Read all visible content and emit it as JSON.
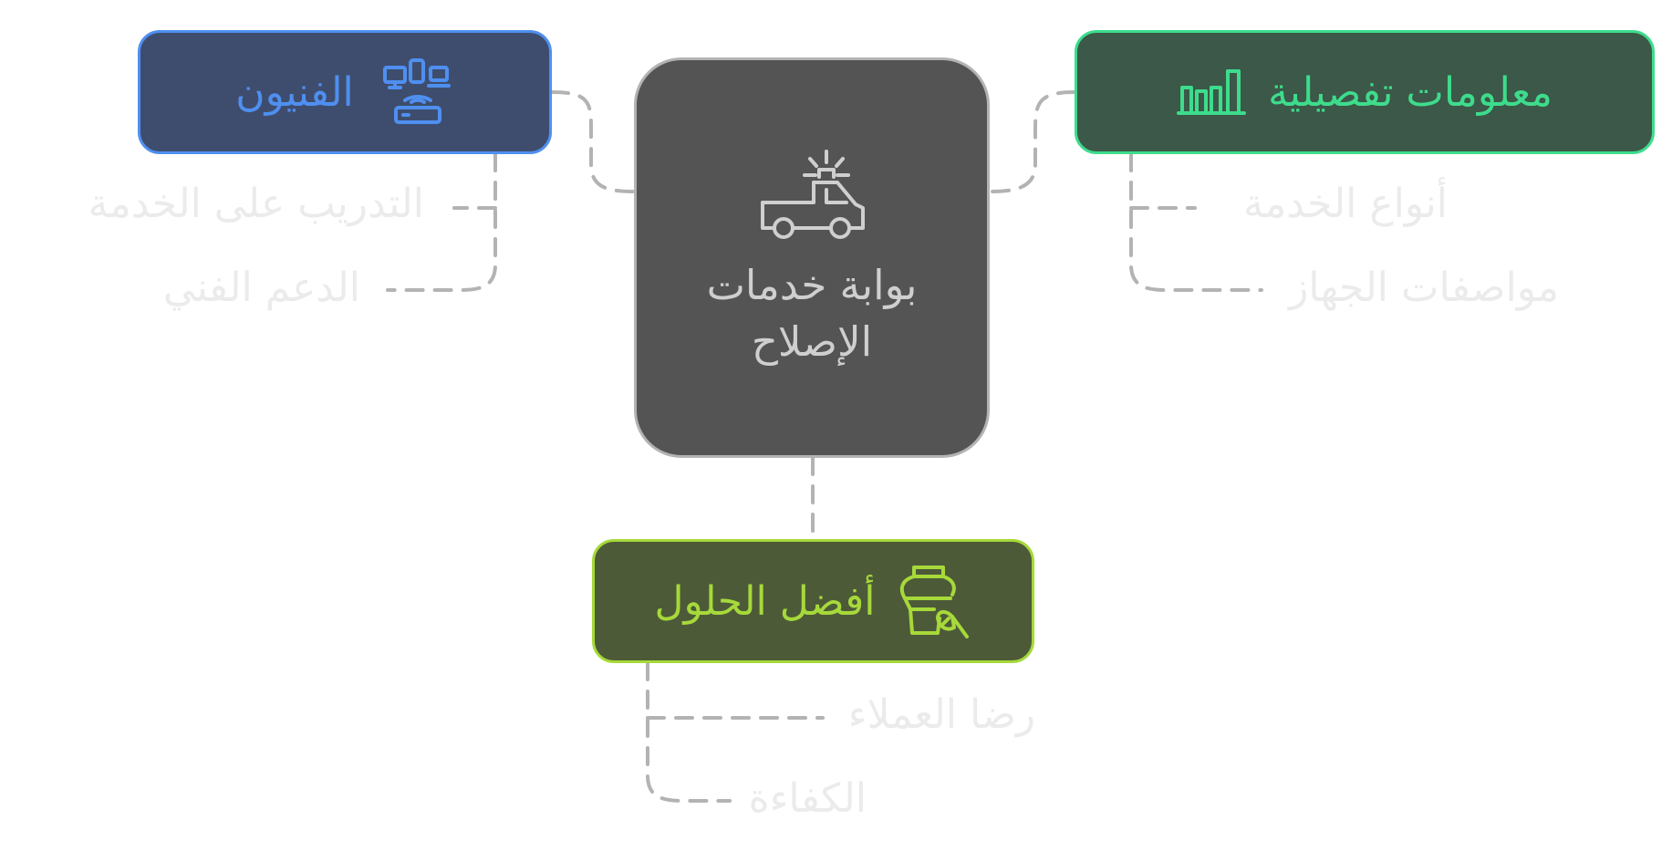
{
  "center": {
    "title": "بوابة خدمات الإصلاح",
    "icon": "tow-truck-icon"
  },
  "branches": {
    "technicians": {
      "title": "الفنيون",
      "icon": "devices-network-icon",
      "color": "#4f8ff0",
      "items": [
        "التدريب على الخدمة",
        "الدعم الفني"
      ]
    },
    "details": {
      "title": "معلومات تفصيلية",
      "icon": "bar-chart-icon",
      "color": "#3ddc8c",
      "items": [
        "أنواع الخدمة",
        "مواصفات الجهاز"
      ]
    },
    "solutions": {
      "title": "أفضل الحلول",
      "icon": "jar-broom-icon",
      "color": "#a6d93a",
      "items": [
        "رضا العملاء",
        "الكفاءة"
      ]
    }
  }
}
